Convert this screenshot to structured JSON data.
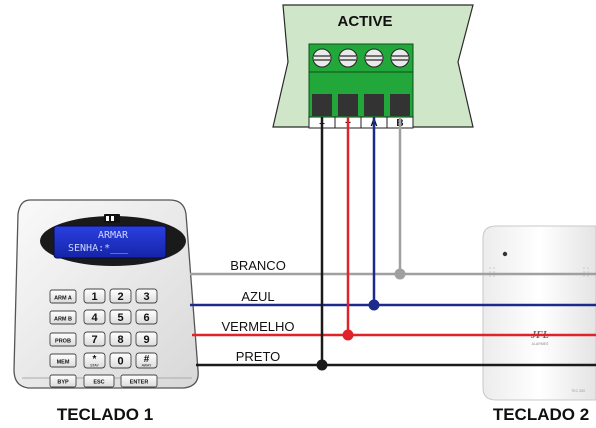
{
  "module": {
    "title": "ACTIVE",
    "terminals": [
      "–",
      "+",
      "A",
      "B"
    ]
  },
  "wires": [
    {
      "label": "BRANCO",
      "color": "#a0a0a0"
    },
    {
      "label": "AZUL",
      "color": "#1c2a8c"
    },
    {
      "label": "VERMELHO",
      "color": "#e0232a"
    },
    {
      "label": "PRETO",
      "color": "#1a1a1a"
    }
  ],
  "keypad1": {
    "caption": "TECLADO 1",
    "display_line1": "ARMAR",
    "display_line2": "SENHA:*___",
    "keys": [
      [
        "ARM A",
        "1",
        "2",
        "3"
      ],
      [
        "ARM B",
        "4",
        "5",
        "6"
      ],
      [
        "PROB",
        "7",
        "8",
        "9"
      ],
      [
        "MEM",
        "*",
        "0",
        "#"
      ],
      [
        "BYP",
        "ESC",
        "ENTER"
      ]
    ],
    "key_star_sub": "STAY",
    "key_hash_sub": "AWAY"
  },
  "keypad2": {
    "caption": "TECLADO 2",
    "brand": "JFL",
    "brand_sub": "ALARMES",
    "model": "TEC 300"
  }
}
